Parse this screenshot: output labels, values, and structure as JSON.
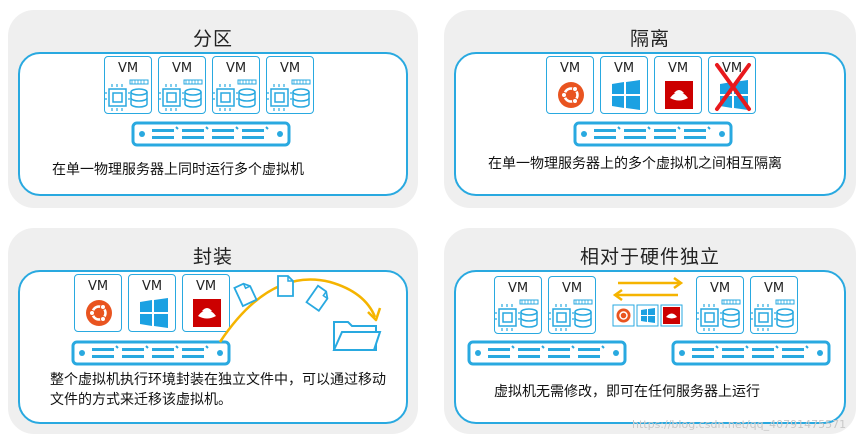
{
  "panels": [
    {
      "title": "分区",
      "description": "在单一物理服务器上同时运行多个虚拟机"
    },
    {
      "title": "隔离",
      "description": "在单一物理服务器上的多个虚拟机之间相互隔离"
    },
    {
      "title": "封装",
      "description": "整个虚拟机执行环境封装在独立文件中，可以通过移动文件的方式来迁移该虚拟机。"
    },
    {
      "title": "相对于硬件独立",
      "description": "虚拟机无需修改，即可在任何服务器上运行"
    }
  ],
  "vm_label": "VM",
  "icons": [
    "chip-icon",
    "disk-icon",
    "ubuntu-icon",
    "windows-icon",
    "redhat-icon",
    "red-x-icon",
    "file-icon",
    "folder-icon",
    "arrows-icon"
  ],
  "colors": {
    "accent": "#29a9e0",
    "ubuntu": "#e95420",
    "windows": "#1ba1e2",
    "redhat": "#cc0000",
    "arrow_yellow": "#f5b400",
    "cross": "#e8191d"
  },
  "watermark": "https://blog.csdn.net/qq_40791475571"
}
